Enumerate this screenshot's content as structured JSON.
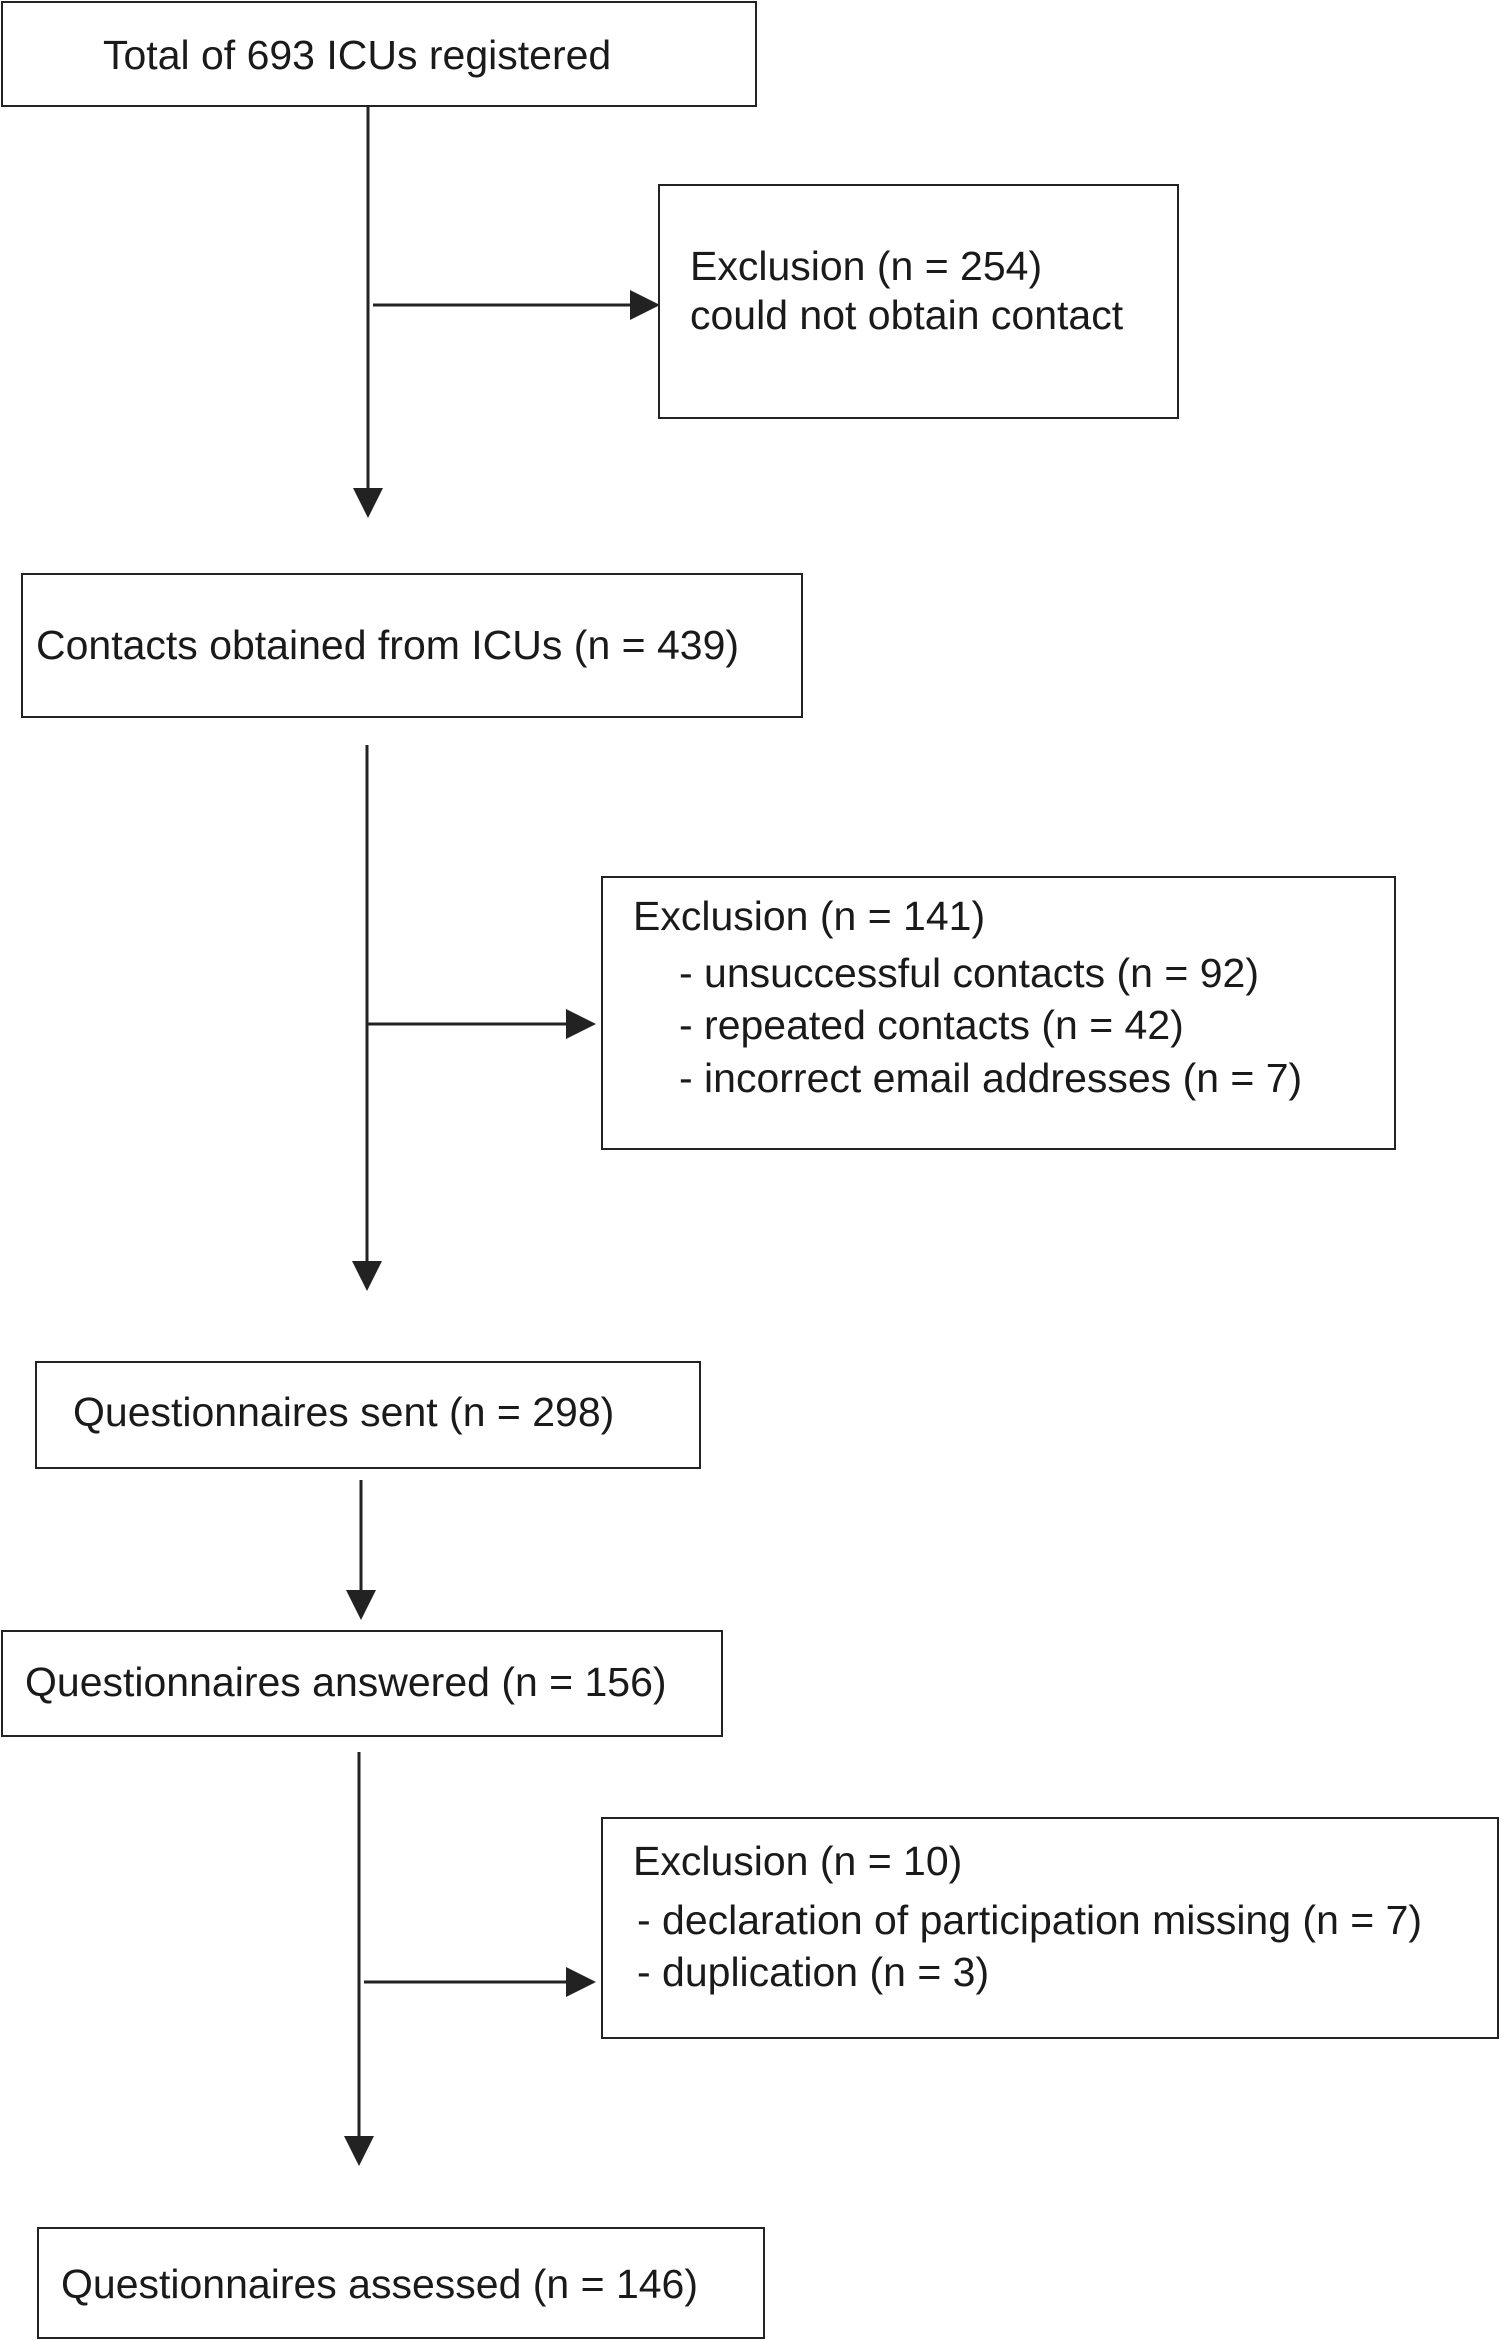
{
  "flow": {
    "registered": "Total of 693 ICUs registered",
    "exclusion1": {
      "title": "Exclusion (n = 254)",
      "reason": "could not obtain contact"
    },
    "contacts": "Contacts obtained from ICUs (n = 439)",
    "exclusion2": {
      "title": "Exclusion (n = 141)",
      "items": [
        "- unsuccessful contacts (n = 92)",
        "- repeated contacts (n = 42)",
        "- incorrect email addresses (n = 7)"
      ]
    },
    "sent": "Questionnaires sent (n = 298)",
    "answered": "Questionnaires answered (n = 156)",
    "exclusion3": {
      "title": "Exclusion (n = 10)",
      "items": [
        "- declaration of participation missing (n = 7)",
        "- duplication (n = 3)"
      ]
    },
    "assessed": "Questionnaires assessed (n = 146)"
  }
}
